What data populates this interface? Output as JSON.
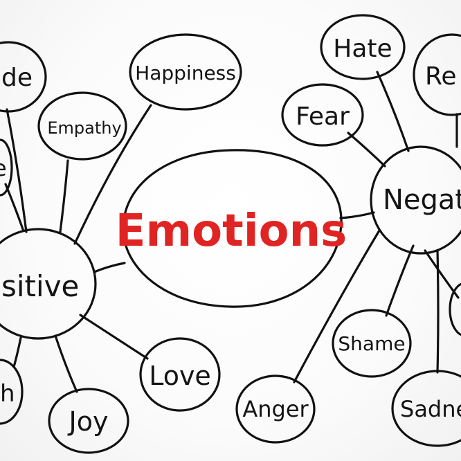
{
  "diagram": {
    "center": {
      "label": "Emotions",
      "color": "#e02424"
    },
    "ink_color": "#111111",
    "groups": {
      "positive": {
        "label": "sitive"
      },
      "negative": {
        "label": "Negat"
      }
    },
    "positive_items": {
      "pride": "de",
      "happiness": "Happiness",
      "empathy": "Empathy",
      "partial_left": "e",
      "love": "Love",
      "joy": "Joy",
      "partial_bottom": "h"
    },
    "negative_items": {
      "hate": "Hate",
      "partial_top_right": "Re",
      "fear": "Fear",
      "shame": "Shame",
      "anger": "Anger",
      "sadness": "Sadne"
    }
  }
}
